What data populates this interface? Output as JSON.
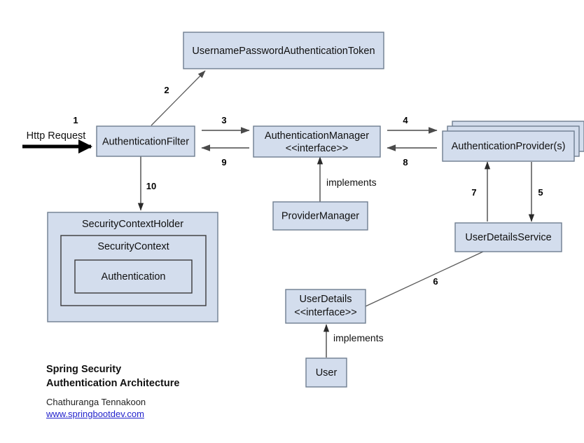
{
  "diagram": {
    "nodes": {
      "token": {
        "label": "UsernamePasswordAuthenticationToken"
      },
      "filter": {
        "label": "AuthenticationFilter"
      },
      "manager_line1": "AuthenticationManager",
      "manager_line2": "<<interface>>",
      "provider": {
        "label": "AuthenticationProvider(s)"
      },
      "provider_manager": {
        "label": "ProviderManager"
      },
      "uds": {
        "label": "UserDetailsService"
      },
      "userdetails_line1": "UserDetails",
      "userdetails_line2": "<<interface>>",
      "user": {
        "label": "User"
      },
      "holder": {
        "label": "SecurityContextHolder"
      },
      "context": {
        "label": "SecurityContext"
      },
      "authentication": {
        "label": "Authentication"
      }
    },
    "steps": {
      "s1": "1",
      "s2": "2",
      "s3": "3",
      "s4": "4",
      "s5": "5",
      "s6": "6",
      "s7": "7",
      "s8": "8",
      "s9": "9",
      "s10": "10"
    },
    "edge_labels": {
      "http_request": "Http Request",
      "implements_manager": "implements",
      "implements_user": "implements"
    },
    "colors": {
      "node_fill": "#d3dded",
      "node_stroke": "#6f7d90",
      "inner_stroke": "#3a3a3a",
      "arrow": "#4a4a4a",
      "link": "#2222cc",
      "background": "#ffffff"
    }
  },
  "caption": {
    "title_line1": "Spring Security",
    "title_line2": "Authentication Architecture",
    "author": "Chathuranga Tennakoon",
    "website": "www.springbootdev.com"
  }
}
